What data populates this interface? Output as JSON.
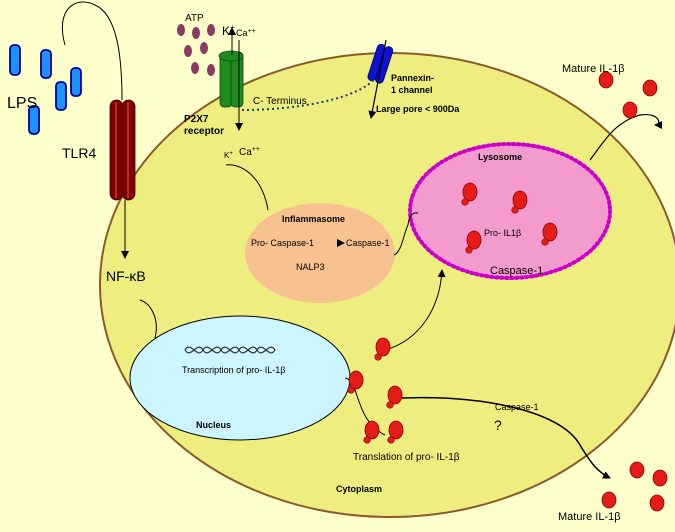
{
  "labels": {
    "lps": "LPS",
    "tlr4": "TLR4",
    "nfkb": "NF-κB",
    "atp": "ATP",
    "p2x7": "P2X7",
    "p2x7_receptor": "receptor",
    "k_top": "K",
    "k_top_sup": "+",
    "ca_top": "Ca",
    "ca_top_sup": "++",
    "k_bottom": "K",
    "k_bottom_sup": "+",
    "ca_bottom": "Ca",
    "ca_bottom_sup": "++",
    "c_terminus": "C- Terminus",
    "pannexin_1": "Pannexin-",
    "pannexin_2": "1 channel",
    "large_pore": "Large pore < 900Da",
    "mature_il1b_top": "Mature IL-1β",
    "lysosome": "Lysosome",
    "pro_il1b_lys": "Pro- IL1β",
    "caspase1_lys": "Caspase-1",
    "inflammasome": "Inflammasome",
    "pro_caspase": "Pro- Caspase-1",
    "caspase_active": "Caspase-1",
    "nalp3": "NALP3",
    "transcription": "Transcription of pro- IL-1β",
    "nucleus": "Nucleus",
    "translation": "Translation of pro- IL-1β",
    "caspase1_side": "Caspase-1",
    "question": "?",
    "cytoplasm": "Cytoplasm",
    "mature_il1b_bottom": "Mature IL-1β"
  },
  "colors": {
    "background": "#FFFFCC",
    "cell_fill": "#EEEE80",
    "cell_stroke": "#8B5A2B",
    "nucleus_fill": "#CCF5FF",
    "inflammasome_fill": "#F7C28F",
    "lysosome_fill": "#F39BCD",
    "lysosome_border": "#CC00CC",
    "il1b_red": "#E41B17",
    "tlr4": "#800000",
    "p2x7": "#1F8B1F",
    "pannexin": "#1010D0",
    "lps": "#1E90FF",
    "atp": "#8B3A62"
  },
  "icons": [
    "lps-rod-icon",
    "tlr4-receptor-icon",
    "p2x7-channel-icon",
    "pannexin-channel-icon",
    "atp-dot-icon",
    "il1b-molecule-icon"
  ]
}
